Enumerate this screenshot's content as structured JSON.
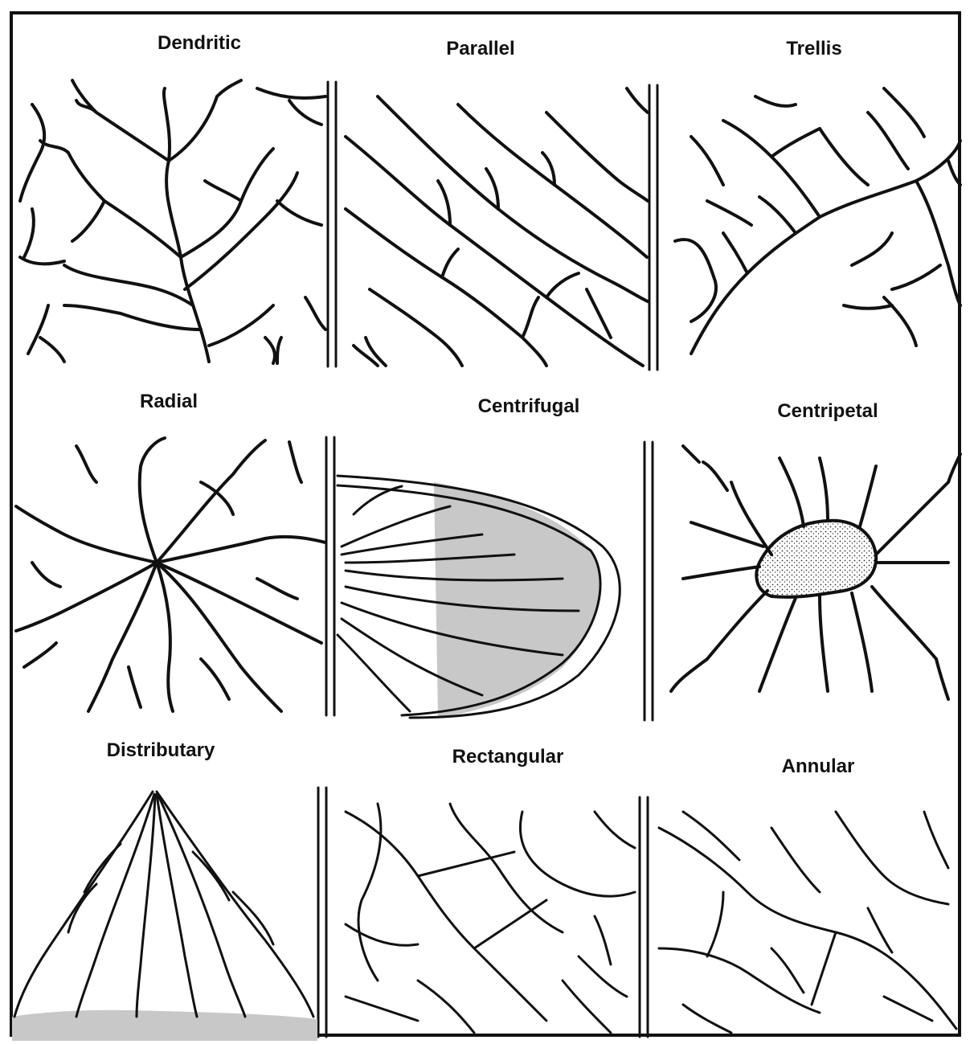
{
  "panels": {
    "dendritic": {
      "title": "Dendritic"
    },
    "parallel": {
      "title": "Parallel"
    },
    "trellis": {
      "title": "Trellis"
    },
    "radial": {
      "title": "Radial"
    },
    "centrifugal": {
      "title": "Centrifugal"
    },
    "centripetal": {
      "title": "Centripetal"
    },
    "distributary": {
      "title": "Distributary"
    },
    "rectangular": {
      "title": "Rectangular"
    },
    "annular": {
      "title": "Annular"
    }
  },
  "colors": {
    "stroke": "#111111",
    "shaded_band": "#c8c8c8",
    "stipple": "#333333"
  }
}
